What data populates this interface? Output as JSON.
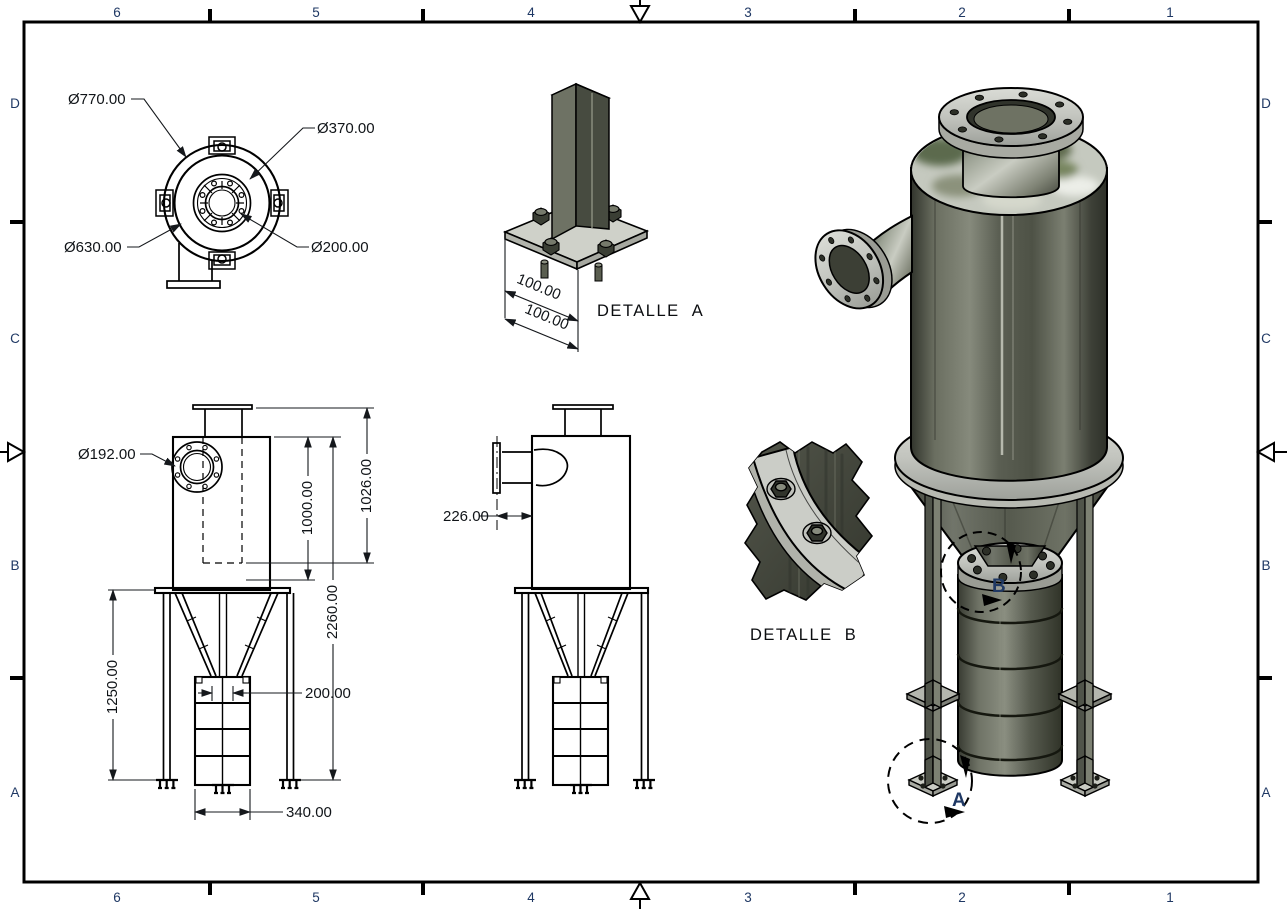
{
  "sheet": {
    "top_zones": [
      "6",
      "5",
      "4",
      "3",
      "2",
      "1"
    ],
    "bottom_zones": [
      "6",
      "5",
      "4",
      "3",
      "2",
      "1"
    ],
    "left_zones": [
      "D",
      "C",
      "B",
      "A"
    ],
    "right_zones": [
      "D",
      "C",
      "B",
      "A"
    ]
  },
  "views": {
    "top_view": {
      "dims": {
        "outer": "Ø770.00",
        "flange": "Ø370.00",
        "body": "Ø630.00",
        "outlet": "Ø200.00"
      }
    },
    "detail_a": {
      "title": "DETALLE  A",
      "dims": [
        "100.00",
        "100.00"
      ]
    },
    "front_view": {
      "dims": {
        "inlet_flange": "Ø192.00",
        "inner_height": "1000.00",
        "body_height": "1026.00",
        "total_height": "2260.00",
        "leg_height": "1250.00",
        "outlet_width": "200.00",
        "bin_width": "340.00"
      }
    },
    "side_view": {
      "dims": {
        "inlet_offset": "226.00"
      }
    },
    "detail_b": {
      "title": "DETALLE  B"
    },
    "iso_view": {
      "callout_a": "A",
      "callout_b": "B"
    }
  },
  "colors": {
    "line": "#000000",
    "dimension_text": "#101418",
    "zone_text": "#1f3864",
    "metal_dark": "#4e5246",
    "metal_mid": "#787c70",
    "metal_light": "#c6c8c2",
    "flange_gray": "#c2c4be",
    "camo_green": "#5c6a4e",
    "paper": "#ffffff"
  }
}
